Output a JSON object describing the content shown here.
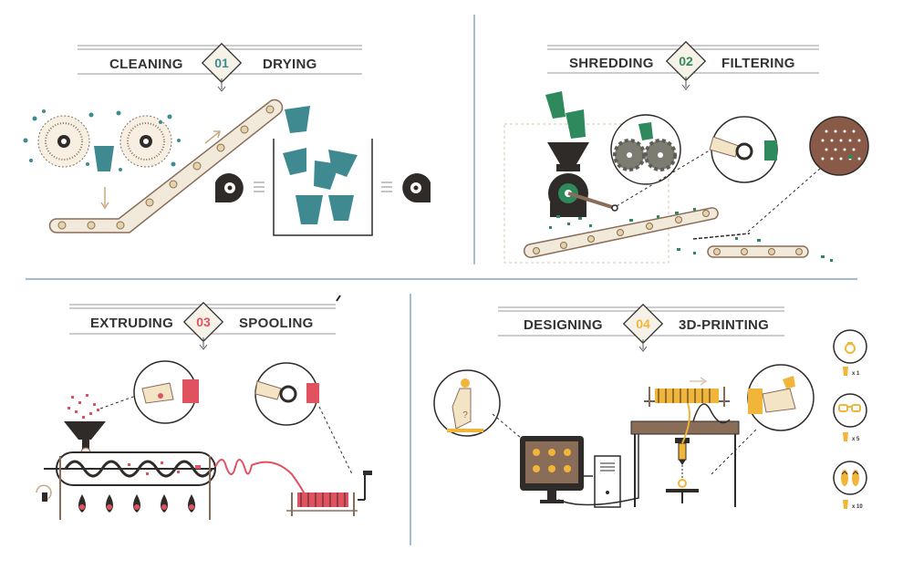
{
  "colors": {
    "teal": "#3f8a90",
    "green": "#2e8a5c",
    "red": "#e05260",
    "yellow": "#f1b53a",
    "dark": "#2f2b29",
    "belt": "#f1eadb",
    "belt_stroke": "#b7a58c",
    "divider": "#6e8fb8",
    "skin": "#f2e4c4"
  },
  "steps": [
    {
      "number": "01",
      "left_label": "CLEANING",
      "right_label": "DRYING",
      "color": "#3f8a90"
    },
    {
      "number": "02",
      "left_label": "SHREDDING",
      "right_label": "FILTERING",
      "color": "#2e8a5c"
    },
    {
      "number": "03",
      "left_label": "EXTRUDING",
      "right_label": "SPOOLING",
      "color": "#e05260"
    },
    {
      "number": "04",
      "left_label": "DESIGNING",
      "right_label": "3D-PRINTING",
      "color": "#f1b53a"
    }
  ],
  "printing_counts": [
    {
      "icon": "ring-icon",
      "label": "x 1"
    },
    {
      "icon": "glasses-icon",
      "label": "x 5"
    },
    {
      "icon": "flip-flops-icon",
      "label": "x 10"
    }
  ]
}
